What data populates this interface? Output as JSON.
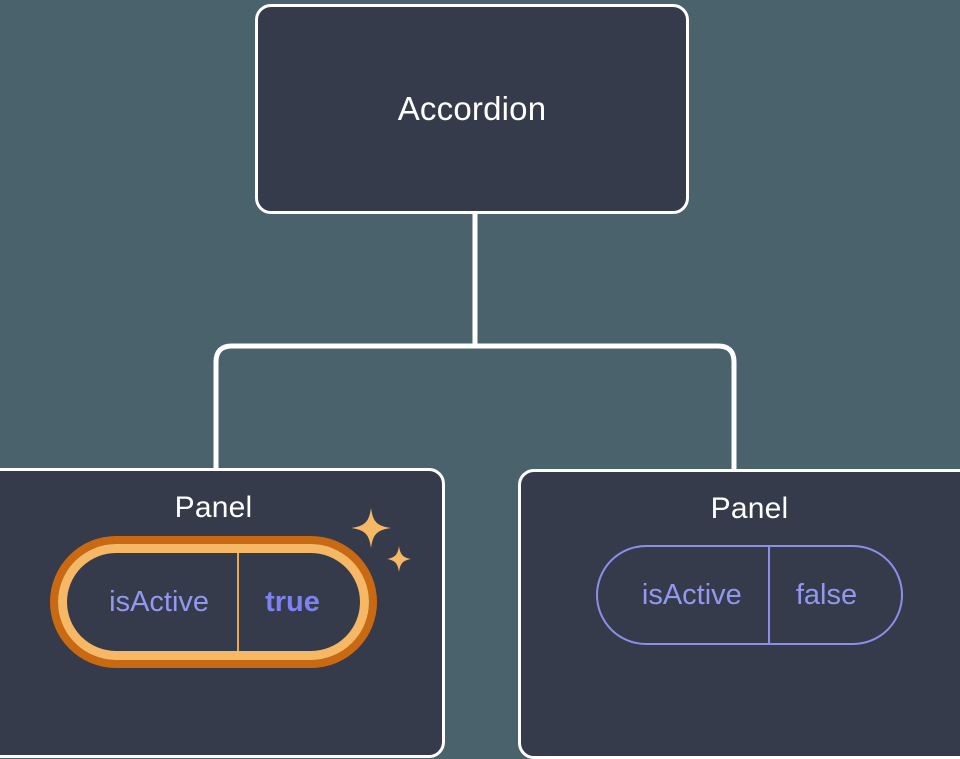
{
  "diagram": {
    "type": "component-tree",
    "background_color": "#4a626c",
    "node_fill": "#353b4a",
    "node_border": "#ffffff",
    "connector_color": "#ffffff",
    "accent_highlight": "#f7b866",
    "accent_highlight_outer": "#c96a12",
    "badge_color": "#8b8fe8",
    "root": {
      "label": "Accordion"
    },
    "children": [
      {
        "label": "Panel",
        "highlighted": true,
        "prop": {
          "key": "isActive",
          "value": "true"
        },
        "decoration": "sparkles-icon"
      },
      {
        "label": "Panel",
        "highlighted": false,
        "prop": {
          "key": "isActive",
          "value": "false"
        }
      }
    ]
  }
}
